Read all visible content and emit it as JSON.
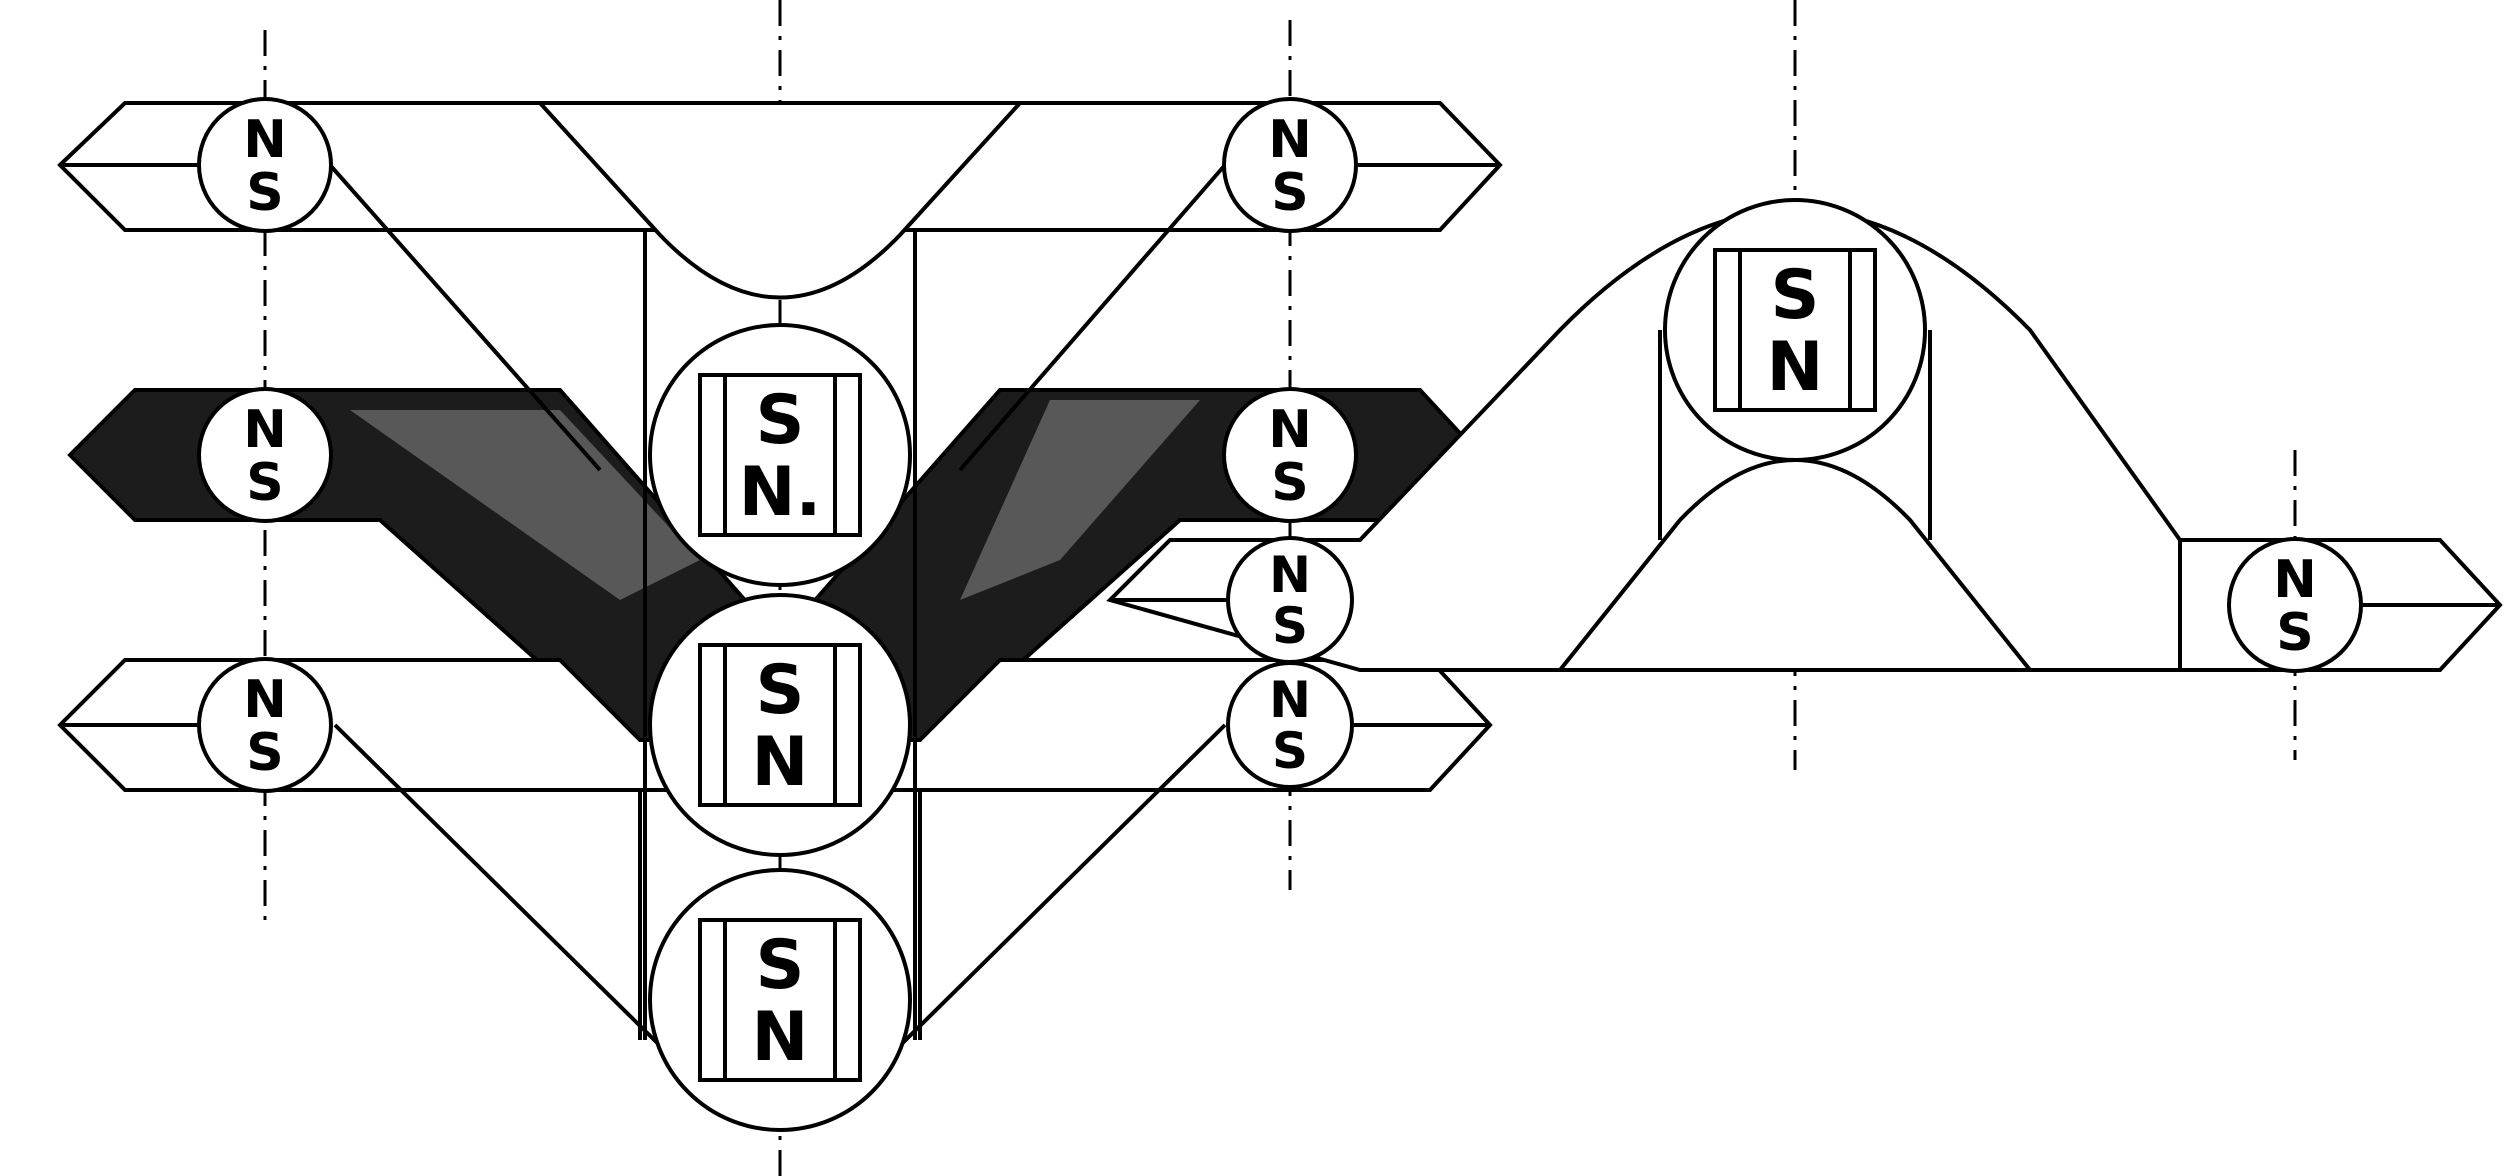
{
  "colors": {
    "ink": "#000000",
    "paper": "#ffffff",
    "shade": "#1c1c1c"
  },
  "magnets": [
    {
      "id": "m1",
      "label_top": "N",
      "label_bottom": "S"
    },
    {
      "id": "m2",
      "label_top": "N",
      "label_bottom": "S"
    },
    {
      "id": "m3",
      "label_top": "N",
      "label_bottom": "S"
    },
    {
      "id": "m4",
      "label_top": "N",
      "label_bottom": "S"
    },
    {
      "id": "m5",
      "label_top": "N",
      "label_bottom": "S"
    },
    {
      "id": "m6",
      "label_top": "N",
      "label_bottom": "S"
    },
    {
      "id": "m7",
      "label_top": "N",
      "label_bottom": "S"
    },
    {
      "id": "m8",
      "label_top": "S",
      "label_bottom": "N."
    },
    {
      "id": "m9",
      "label_top": "S",
      "label_bottom": "N"
    },
    {
      "id": "m10",
      "label_top": "S",
      "label_bottom": "N"
    },
    {
      "id": "m11",
      "label_top": "S",
      "label_bottom": "N"
    },
    {
      "id": "m12",
      "label_top": "N",
      "label_bottom": "S"
    }
  ]
}
